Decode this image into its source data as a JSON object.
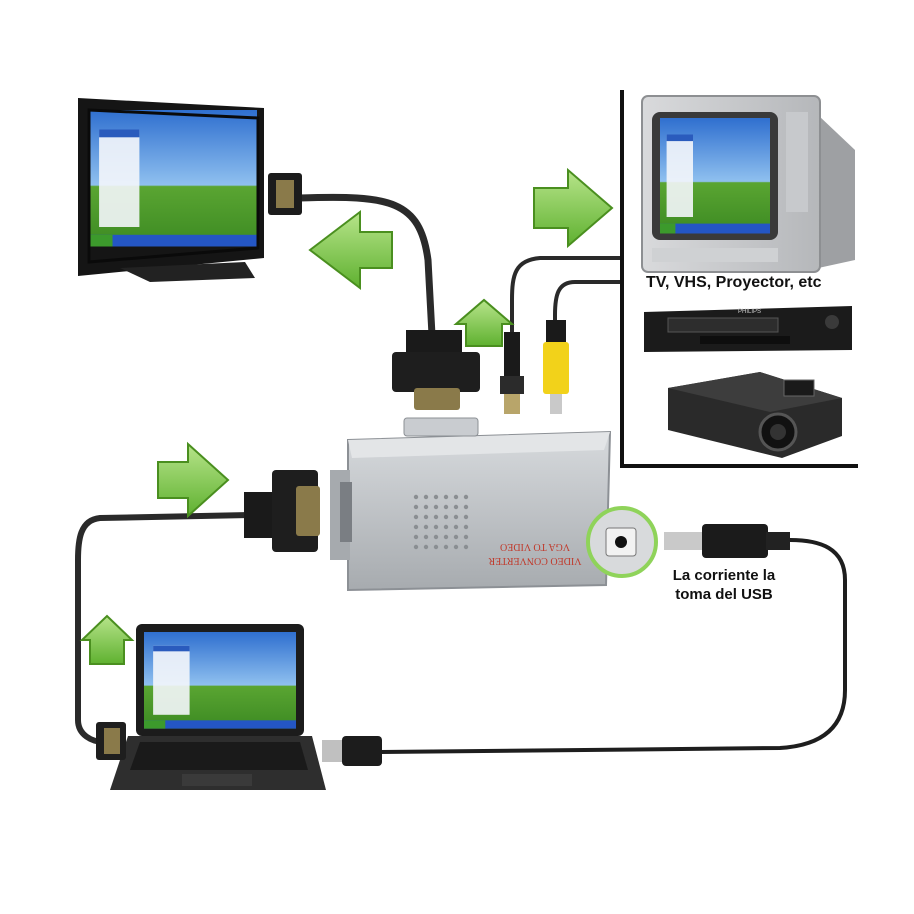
{
  "labels": {
    "tv_devices": "TV, VHS, Proyector, etc",
    "power_line1": "La corriente la",
    "power_line2": "toma del USB"
  },
  "converter": {
    "text_line1": "VIDEO CONVERTER",
    "text_line2": "VGA TO VIDEO"
  },
  "vcr_brand": "PHILIPS",
  "colors": {
    "arrow_green": "#7ac943",
    "arrow_border": "#4a8f1f",
    "cable": "#2a2a2a",
    "rca_yellow": "#f2d21a",
    "converter_body": "#b8bcc0",
    "converter_text": "#c0392b",
    "screen_sky": "#3b7fd4",
    "screen_grass": "#4c9a2a"
  },
  "icons": [
    "arrow-left-icon",
    "arrow-right-icon",
    "arrow-up-icon"
  ]
}
